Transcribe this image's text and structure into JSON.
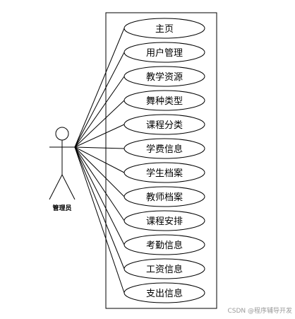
{
  "actor": {
    "label": "管理员"
  },
  "use_cases": [
    {
      "id": "home",
      "label": "主页"
    },
    {
      "id": "user-management",
      "label": "用户管理"
    },
    {
      "id": "teaching-resources",
      "label": "教学资源"
    },
    {
      "id": "dance-types",
      "label": "舞种类型"
    },
    {
      "id": "course-categories",
      "label": "课程分类"
    },
    {
      "id": "tuition-info",
      "label": "学费信息"
    },
    {
      "id": "student-records",
      "label": "学生档案"
    },
    {
      "id": "teacher-records",
      "label": "教师档案"
    },
    {
      "id": "course-schedule",
      "label": "课程安排"
    },
    {
      "id": "attendance-info",
      "label": "考勤信息"
    },
    {
      "id": "salary-info",
      "label": "工资信息"
    },
    {
      "id": "expense-info",
      "label": "支出信息"
    }
  ],
  "watermark": "CSDN @程序辅导开发"
}
